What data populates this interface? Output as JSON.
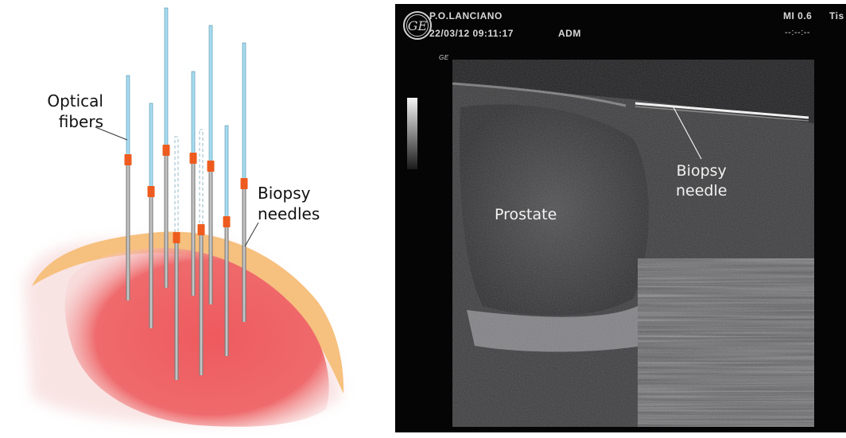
{
  "left": {
    "labels": {
      "optical_fibers": [
        "Optical",
        "fibers"
      ],
      "biopsy_needles": [
        "Biopsy",
        "needles"
      ]
    },
    "colors": {
      "tissue": "#ee5a5e",
      "capsule": "#f6c07e",
      "fiber": "#a8dcef",
      "needle": "#8a8a8a",
      "connector": "#ee5b1e"
    }
  },
  "right": {
    "header": {
      "site": "P.O.LANCIANO",
      "datetime": "22/03/12 09:11:17",
      "operator": "ADM",
      "mi": "MI 0.6",
      "tis": "Tis",
      "tis_value": "--:--:--",
      "probe_tag": "GE"
    },
    "labels": {
      "prostate": "Prostate",
      "biopsy_needle": [
        "Biopsy",
        "needle"
      ]
    },
    "logo_text": "GE"
  }
}
